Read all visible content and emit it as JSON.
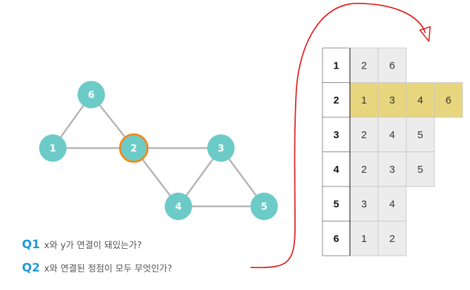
{
  "colors": {
    "node_fill": "#6ccbc7",
    "highlight_ring": "#ee8a1c",
    "edge": "#b3b3b3",
    "row_highlight": "#e8d67e",
    "cell_fill": "#ececec",
    "arrow": "#e02020",
    "question_label": "#1e9ad6"
  },
  "graph": {
    "highlighted_node": "2",
    "nodes": [
      "6",
      "1",
      "2",
      "3",
      "4",
      "5"
    ],
    "edges": [
      [
        "6",
        "1"
      ],
      [
        "6",
        "2"
      ],
      [
        "1",
        "2"
      ],
      [
        "2",
        "3"
      ],
      [
        "2",
        "4"
      ],
      [
        "3",
        "4"
      ],
      [
        "3",
        "5"
      ],
      [
        "4",
        "5"
      ]
    ]
  },
  "adjacency_list": {
    "highlighted_row": "2",
    "rows": [
      {
        "vertex": "1",
        "neighbors": [
          "2",
          "6"
        ]
      },
      {
        "vertex": "2",
        "neighbors": [
          "1",
          "3",
          "4",
          "6"
        ]
      },
      {
        "vertex": "3",
        "neighbors": [
          "2",
          "4",
          "5"
        ]
      },
      {
        "vertex": "4",
        "neighbors": [
          "2",
          "3",
          "5"
        ]
      },
      {
        "vertex": "5",
        "neighbors": [
          "3",
          "4"
        ]
      },
      {
        "vertex": "6",
        "neighbors": [
          "1",
          "2"
        ]
      }
    ]
  },
  "questions": [
    {
      "label": "Q1",
      "text": "x와 y가 연결이 돼있는가?"
    },
    {
      "label": "Q2",
      "text": "x와 연결된 정점이 모두 무엇인가?"
    }
  ],
  "arrow_icon": "curved-arrow-icon"
}
